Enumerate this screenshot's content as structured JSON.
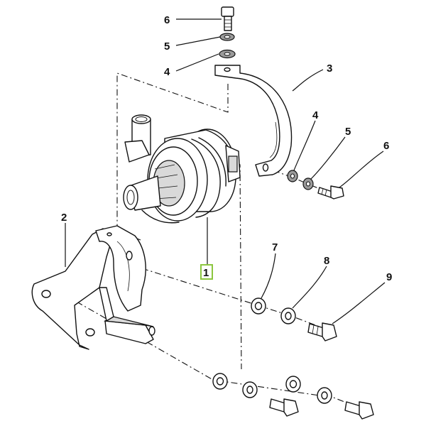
{
  "callouts": {
    "c1": "1",
    "c2": "2",
    "c3": "3",
    "c4_top": "4",
    "c5_top": "5",
    "c6_top": "6",
    "c4_right": "4",
    "c5_right": "5",
    "c6_right": "6",
    "c7": "7",
    "c8": "8",
    "c9": "9"
  },
  "colors": {
    "highlight_box": "#8cc63f",
    "ink": "#111111",
    "shade": "#d9d9d9"
  }
}
